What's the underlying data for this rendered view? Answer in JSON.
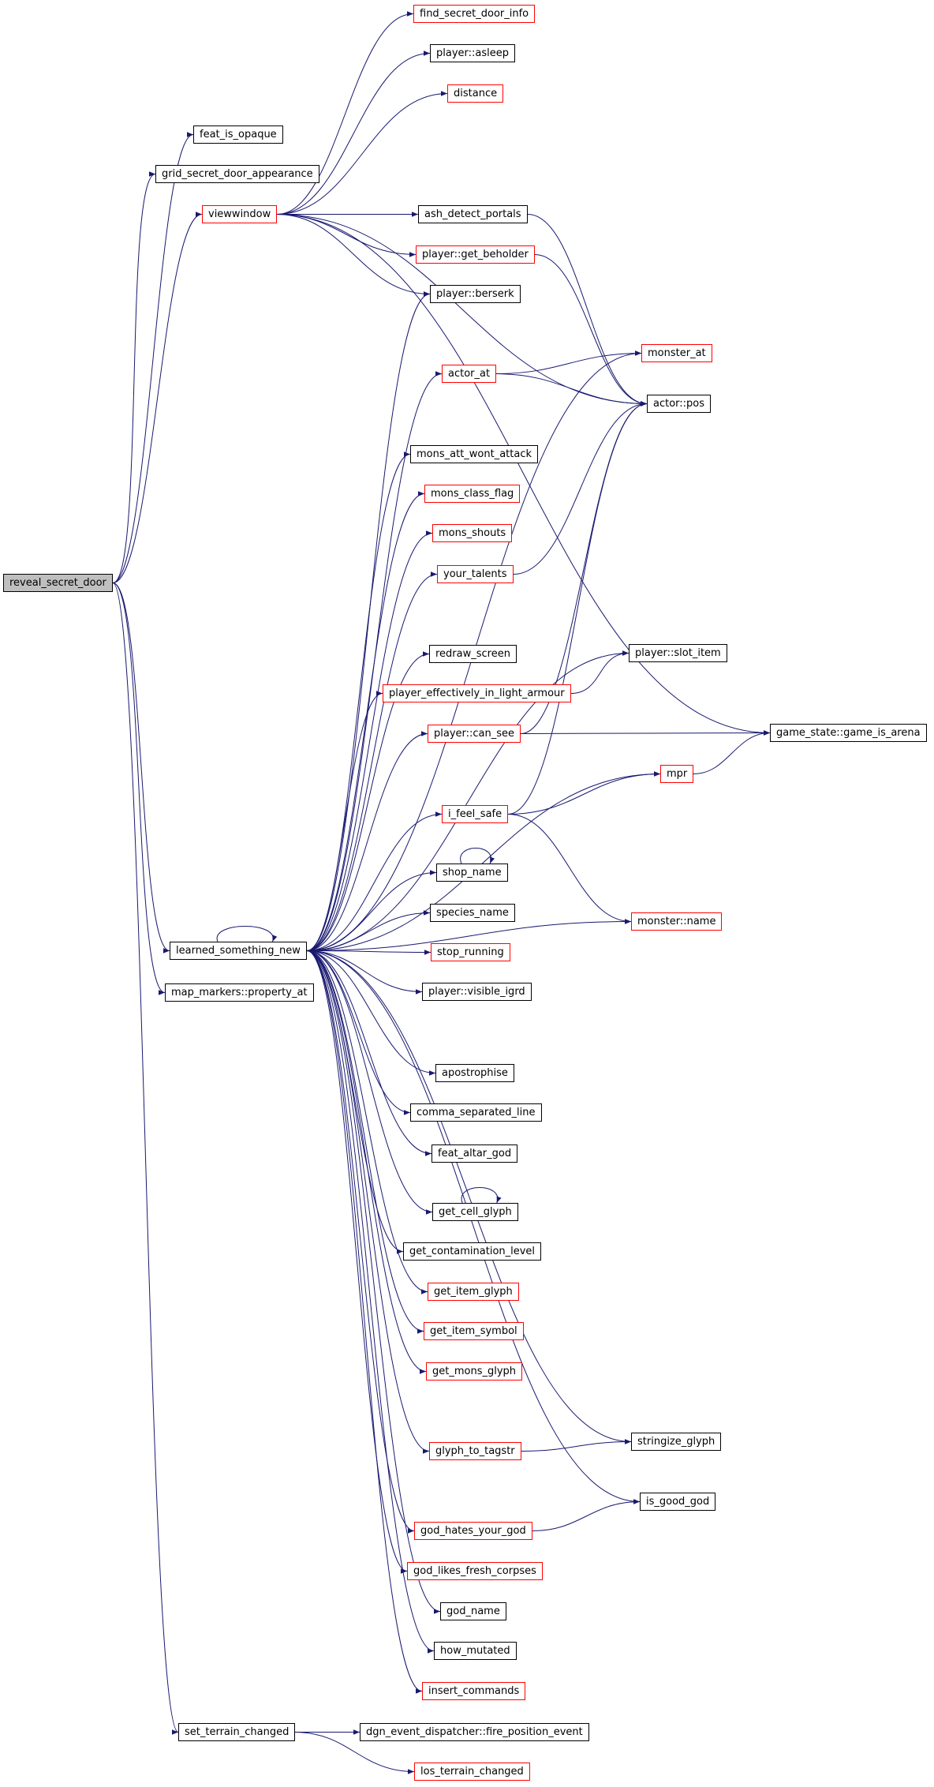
{
  "graph": {
    "edge_color": "#191970",
    "root": "reveal_secret_door",
    "nodes": [
      {
        "id": "reveal_secret_door",
        "label": "reveal_secret_door",
        "style": "root"
      },
      {
        "id": "feat_is_opaque",
        "label": "feat_is_opaque",
        "style": "black"
      },
      {
        "id": "grid_secret_door_appearance",
        "label": "grid_secret_door_appearance",
        "style": "black"
      },
      {
        "id": "viewwindow",
        "label": "viewwindow",
        "style": "red"
      },
      {
        "id": "learned_something_new",
        "label": "learned_something_new",
        "style": "black"
      },
      {
        "id": "map_markers_property_at",
        "label": "map_markers::property_at",
        "style": "black"
      },
      {
        "id": "set_terrain_changed",
        "label": "set_terrain_changed",
        "style": "black"
      },
      {
        "id": "find_secret_door_info",
        "label": "find_secret_door_info",
        "style": "red"
      },
      {
        "id": "player_asleep",
        "label": "player::asleep",
        "style": "black"
      },
      {
        "id": "distance",
        "label": "distance",
        "style": "red"
      },
      {
        "id": "ash_detect_portals",
        "label": "ash_detect_portals",
        "style": "black"
      },
      {
        "id": "player_get_beholder",
        "label": "player::get_beholder",
        "style": "red"
      },
      {
        "id": "player_berserk",
        "label": "player::berserk",
        "style": "black"
      },
      {
        "id": "actor_at",
        "label": "actor_at",
        "style": "red"
      },
      {
        "id": "mons_att_wont_attack",
        "label": "mons_att_wont_attack",
        "style": "black"
      },
      {
        "id": "mons_class_flag",
        "label": "mons_class_flag",
        "style": "red"
      },
      {
        "id": "mons_shouts",
        "label": "mons_shouts",
        "style": "red"
      },
      {
        "id": "your_talents",
        "label": "your_talents",
        "style": "red"
      },
      {
        "id": "redraw_screen",
        "label": "redraw_screen",
        "style": "black"
      },
      {
        "id": "player_effectively_in_light_armour",
        "label": "player_effectively_in_light_armour",
        "style": "red"
      },
      {
        "id": "player_can_see",
        "label": "player::can_see",
        "style": "red"
      },
      {
        "id": "i_feel_safe",
        "label": "i_feel_safe",
        "style": "red"
      },
      {
        "id": "shop_name",
        "label": "shop_name",
        "style": "black"
      },
      {
        "id": "species_name",
        "label": "species_name",
        "style": "black"
      },
      {
        "id": "stop_running",
        "label": "stop_running",
        "style": "red"
      },
      {
        "id": "player_visible_igrd",
        "label": "player::visible_igrd",
        "style": "black"
      },
      {
        "id": "apostrophise",
        "label": "apostrophise",
        "style": "black"
      },
      {
        "id": "comma_separated_line",
        "label": "comma_separated_line",
        "style": "black"
      },
      {
        "id": "feat_altar_god",
        "label": "feat_altar_god",
        "style": "black"
      },
      {
        "id": "get_cell_glyph",
        "label": "get_cell_glyph",
        "style": "black"
      },
      {
        "id": "get_contamination_level",
        "label": "get_contamination_level",
        "style": "black"
      },
      {
        "id": "get_item_glyph",
        "label": "get_item_glyph",
        "style": "red"
      },
      {
        "id": "get_item_symbol",
        "label": "get_item_symbol",
        "style": "red"
      },
      {
        "id": "get_mons_glyph",
        "label": "get_mons_glyph",
        "style": "red"
      },
      {
        "id": "glyph_to_tagstr",
        "label": "glyph_to_tagstr",
        "style": "red"
      },
      {
        "id": "god_hates_your_god",
        "label": "god_hates_your_god",
        "style": "red"
      },
      {
        "id": "god_likes_fresh_corpses",
        "label": "god_likes_fresh_corpses",
        "style": "red"
      },
      {
        "id": "god_name",
        "label": "god_name",
        "style": "black"
      },
      {
        "id": "how_mutated",
        "label": "how_mutated",
        "style": "black"
      },
      {
        "id": "insert_commands",
        "label": "insert_commands",
        "style": "red"
      },
      {
        "id": "monster_at",
        "label": "monster_at",
        "style": "red"
      },
      {
        "id": "actor_pos",
        "label": "actor::pos",
        "style": "black"
      },
      {
        "id": "player_slot_item",
        "label": "player::slot_item",
        "style": "black"
      },
      {
        "id": "mpr",
        "label": "mpr",
        "style": "red"
      },
      {
        "id": "monster_name",
        "label": "monster::name",
        "style": "red"
      },
      {
        "id": "stringize_glyph",
        "label": "stringize_glyph",
        "style": "black"
      },
      {
        "id": "is_good_god",
        "label": "is_good_god",
        "style": "black"
      },
      {
        "id": "game_state_game_is_arena",
        "label": "game_state::game_is_arena",
        "style": "black"
      },
      {
        "id": "dgn_event_dispatcher_fire_position_event",
        "label": "dgn_event_dispatcher::fire_position_event",
        "style": "black"
      },
      {
        "id": "los_terrain_changed",
        "label": "los_terrain_changed",
        "style": "red"
      }
    ],
    "edges": [
      [
        "reveal_secret_door",
        "feat_is_opaque"
      ],
      [
        "reveal_secret_door",
        "grid_secret_door_appearance"
      ],
      [
        "reveal_secret_door",
        "viewwindow"
      ],
      [
        "reveal_secret_door",
        "learned_something_new"
      ],
      [
        "reveal_secret_door",
        "map_markers_property_at"
      ],
      [
        "reveal_secret_door",
        "set_terrain_changed"
      ],
      [
        "viewwindow",
        "find_secret_door_info"
      ],
      [
        "viewwindow",
        "player_asleep"
      ],
      [
        "viewwindow",
        "distance"
      ],
      [
        "viewwindow",
        "ash_detect_portals"
      ],
      [
        "viewwindow",
        "player_get_beholder"
      ],
      [
        "viewwindow",
        "player_berserk"
      ],
      [
        "viewwindow",
        "actor_pos"
      ],
      [
        "viewwindow",
        "game_state_game_is_arena"
      ],
      [
        "ash_detect_portals",
        "actor_pos"
      ],
      [
        "player_get_beholder",
        "actor_pos"
      ],
      [
        "learned_something_new",
        "learned_something_new"
      ],
      [
        "learned_something_new",
        "player_berserk"
      ],
      [
        "learned_something_new",
        "monster_at"
      ],
      [
        "learned_something_new",
        "actor_at"
      ],
      [
        "learned_something_new",
        "mons_att_wont_attack"
      ],
      [
        "learned_something_new",
        "mons_class_flag"
      ],
      [
        "learned_something_new",
        "mons_shouts"
      ],
      [
        "learned_something_new",
        "your_talents"
      ],
      [
        "learned_something_new",
        "player_slot_item"
      ],
      [
        "learned_something_new",
        "redraw_screen"
      ],
      [
        "learned_something_new",
        "player_effectively_in_light_armour"
      ],
      [
        "learned_something_new",
        "player_can_see"
      ],
      [
        "learned_something_new",
        "mpr"
      ],
      [
        "learned_something_new",
        "i_feel_safe"
      ],
      [
        "learned_something_new",
        "shop_name"
      ],
      [
        "learned_something_new",
        "species_name"
      ],
      [
        "learned_something_new",
        "stop_running"
      ],
      [
        "learned_something_new",
        "player_visible_igrd"
      ],
      [
        "learned_something_new",
        "monster_name"
      ],
      [
        "learned_something_new",
        "apostrophise"
      ],
      [
        "learned_something_new",
        "comma_separated_line"
      ],
      [
        "learned_something_new",
        "feat_altar_god"
      ],
      [
        "learned_something_new",
        "get_cell_glyph"
      ],
      [
        "learned_something_new",
        "get_contamination_level"
      ],
      [
        "learned_something_new",
        "get_item_glyph"
      ],
      [
        "learned_something_new",
        "get_item_symbol"
      ],
      [
        "learned_something_new",
        "get_mons_glyph"
      ],
      [
        "learned_something_new",
        "stringize_glyph"
      ],
      [
        "learned_something_new",
        "glyph_to_tagstr"
      ],
      [
        "learned_something_new",
        "is_good_god"
      ],
      [
        "learned_something_new",
        "god_hates_your_god"
      ],
      [
        "learned_something_new",
        "god_likes_fresh_corpses"
      ],
      [
        "learned_something_new",
        "god_name"
      ],
      [
        "learned_something_new",
        "how_mutated"
      ],
      [
        "learned_something_new",
        "insert_commands"
      ],
      [
        "actor_at",
        "monster_at"
      ],
      [
        "actor_at",
        "actor_pos"
      ],
      [
        "your_talents",
        "actor_pos"
      ],
      [
        "player_effectively_in_light_armour",
        "player_slot_item"
      ],
      [
        "player_can_see",
        "actor_pos"
      ],
      [
        "player_can_see",
        "game_state_game_is_arena"
      ],
      [
        "i_feel_safe",
        "actor_pos"
      ],
      [
        "i_feel_safe",
        "mpr"
      ],
      [
        "i_feel_safe",
        "monster_name"
      ],
      [
        "mpr",
        "game_state_game_is_arena"
      ],
      [
        "shop_name",
        "shop_name"
      ],
      [
        "get_cell_glyph",
        "get_cell_glyph"
      ],
      [
        "glyph_to_tagstr",
        "stringize_glyph"
      ],
      [
        "god_hates_your_god",
        "is_good_god"
      ],
      [
        "set_terrain_changed",
        "dgn_event_dispatcher_fire_position_event"
      ],
      [
        "set_terrain_changed",
        "los_terrain_changed"
      ]
    ]
  }
}
